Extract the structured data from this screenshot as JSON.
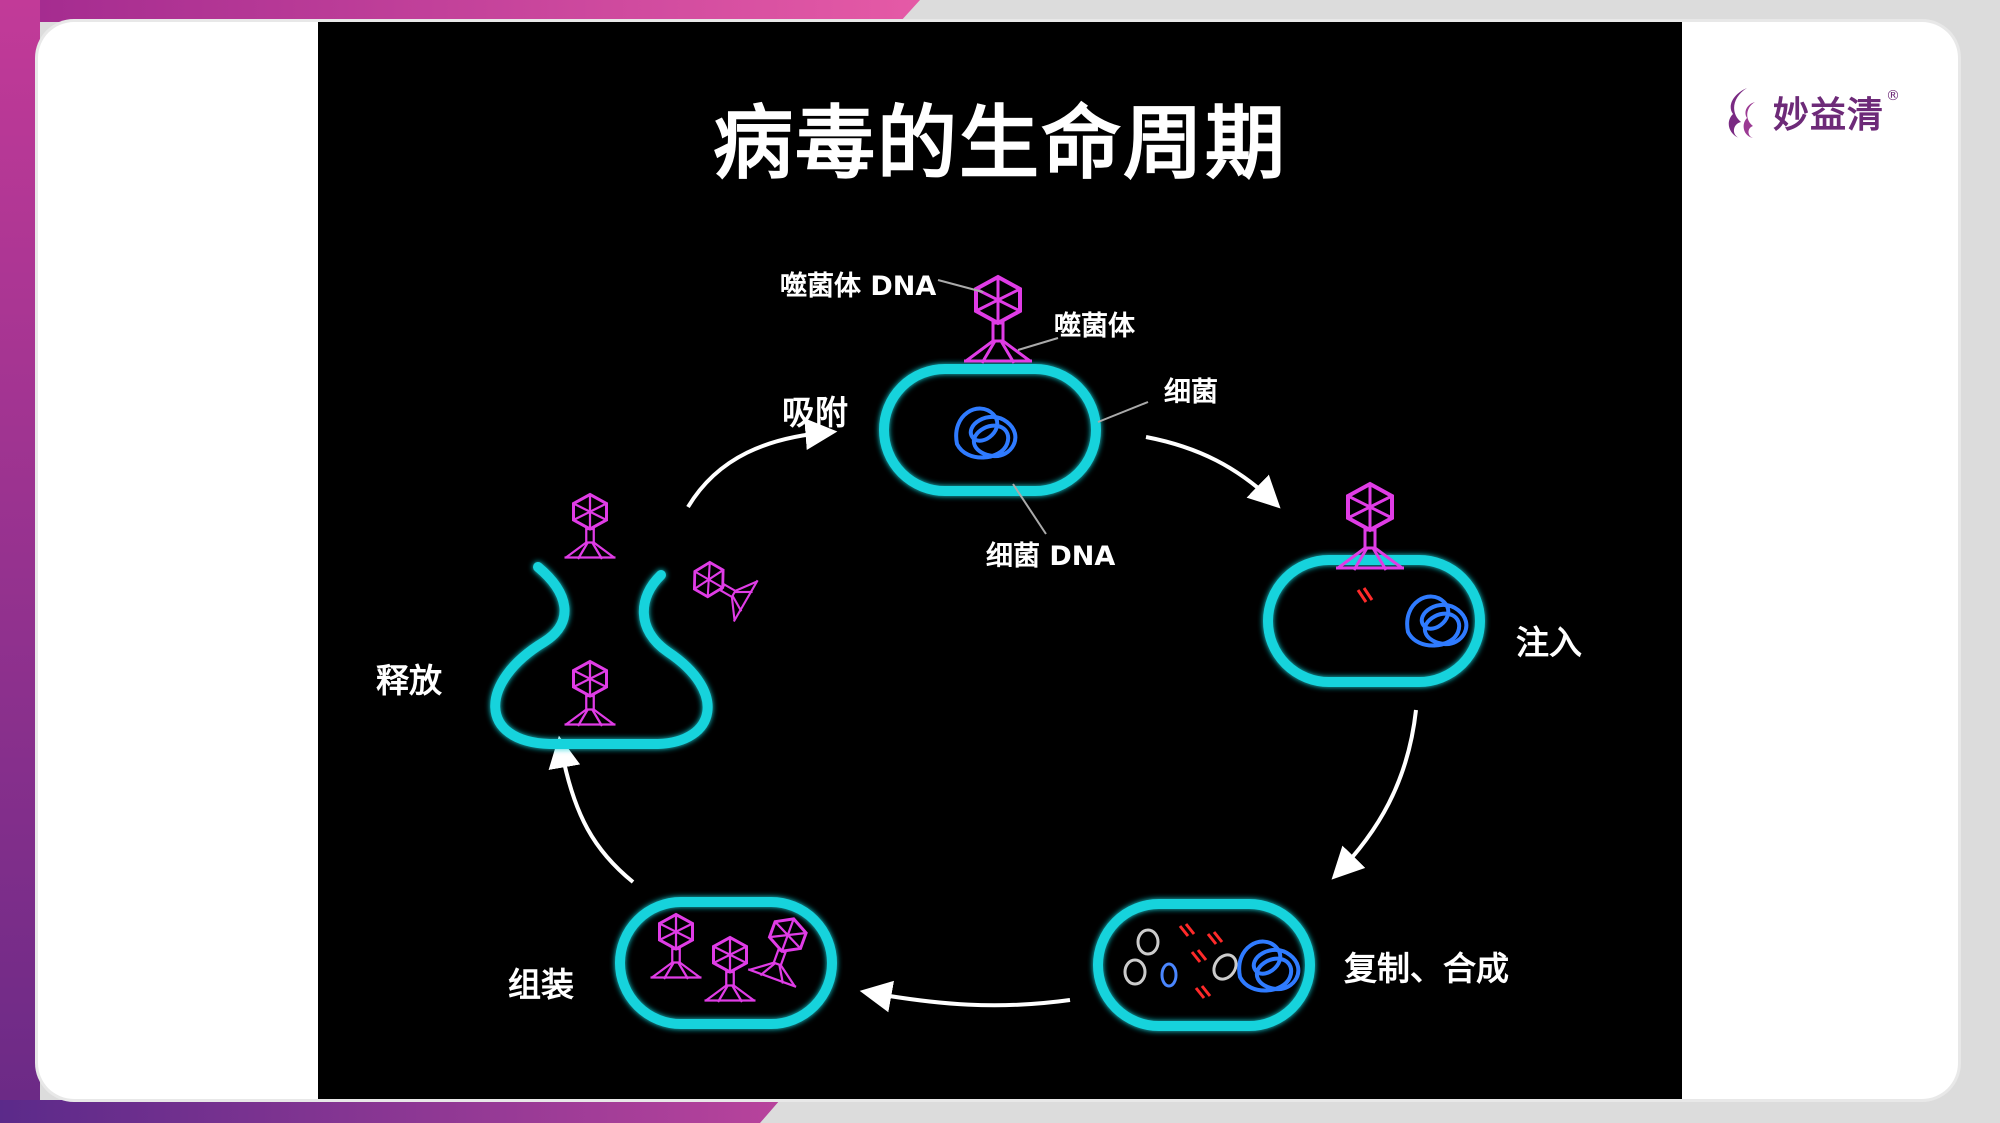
{
  "title": "病毒的生命周期",
  "brand": {
    "name": "妙益清",
    "reg_mark": "®",
    "color": "#6d2a78"
  },
  "colors": {
    "cell": "#19d3dc",
    "phage": "#e03ce6",
    "bacterial_dna": "#2f7bff",
    "phage_dna": "#ff2a2a",
    "background": "#000000"
  },
  "stages": {
    "adsorption": "吸附",
    "injection": "注入",
    "replication": "复制、合成",
    "assembly": "组装",
    "release": "释放"
  },
  "labels": {
    "phage_dna": "噬菌体 DNA",
    "phage": "噬菌体",
    "bacterium": "细菌",
    "bacterial_dna": "细菌 DNA"
  }
}
